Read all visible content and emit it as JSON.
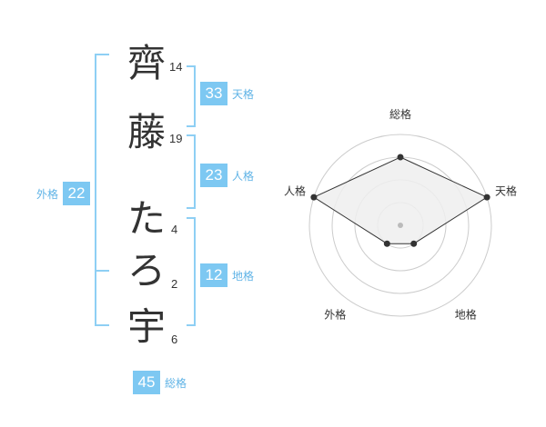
{
  "name_chars": [
    {
      "char": "齊",
      "strokes": "14"
    },
    {
      "char": "藤",
      "strokes": "19"
    },
    {
      "char": "た",
      "strokes": "4"
    },
    {
      "char": "ろ",
      "strokes": "2"
    },
    {
      "char": "宇",
      "strokes": "6"
    }
  ],
  "fortunes": {
    "tenkaku": {
      "label": "天格",
      "value": "33"
    },
    "jinkaku": {
      "label": "人格",
      "value": "23"
    },
    "chikaku": {
      "label": "地格",
      "value": "12"
    },
    "gaikaku": {
      "label": "外格",
      "value": "22"
    },
    "soukaku": {
      "label": "総格",
      "value": "45"
    }
  },
  "chart_data": {
    "type": "radar",
    "axes": [
      "総格",
      "天格",
      "地格",
      "外格",
      "人格"
    ],
    "rings": 4,
    "scale_max": 4,
    "values": [
      3,
      4,
      1,
      1,
      4
    ],
    "colors": {
      "ring": "#cccccc",
      "fill": "#eeeeee",
      "line": "#333333",
      "point": "#333333",
      "center": "#bbbbbb"
    }
  },
  "colors": {
    "accent": "#7dc8f2",
    "bracket": "#8ecff4",
    "label": "#5fb3e6"
  }
}
